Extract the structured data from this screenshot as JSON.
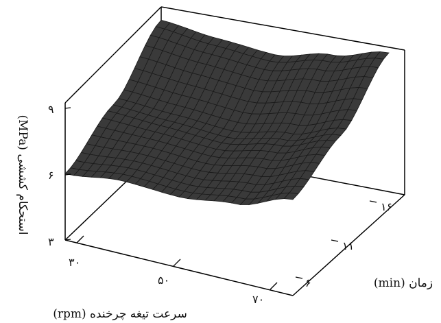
{
  "chart_data": {
    "type": "surface3d",
    "title": "",
    "axes": {
      "x": {
        "label": "سرعت تیغه چرخنده (rpm)",
        "ticks": [
          "۳۰",
          "۵۰",
          "۷۰"
        ],
        "range": [
          30,
          70
        ]
      },
      "y": {
        "label": "زمان (min)",
        "ticks": [
          "۶",
          "۱۱",
          "۱۶"
        ],
        "range": [
          6,
          16
        ]
      },
      "z": {
        "label": "استحکام کششی (MPa)",
        "ticks": [
          "۳",
          "۶",
          "۹"
        ],
        "range": [
          3,
          9
        ]
      }
    },
    "surface": {
      "x_values": [
        30,
        40,
        50,
        60,
        70
      ],
      "y_values": [
        6,
        11,
        16
      ],
      "z_values": [
        [
          5.9,
          6.2,
          6.1,
          6.4,
          7.2
        ],
        [
          6.9,
          6.8,
          6.7,
          7.2,
          8.0
        ],
        [
          8.6,
          8.4,
          8.3,
          8.9,
          9.6
        ]
      ]
    },
    "grid": false,
    "colors": {
      "surface": "#3a3a3a",
      "mesh": "#1a1a1a",
      "axes": "#000000"
    }
  }
}
